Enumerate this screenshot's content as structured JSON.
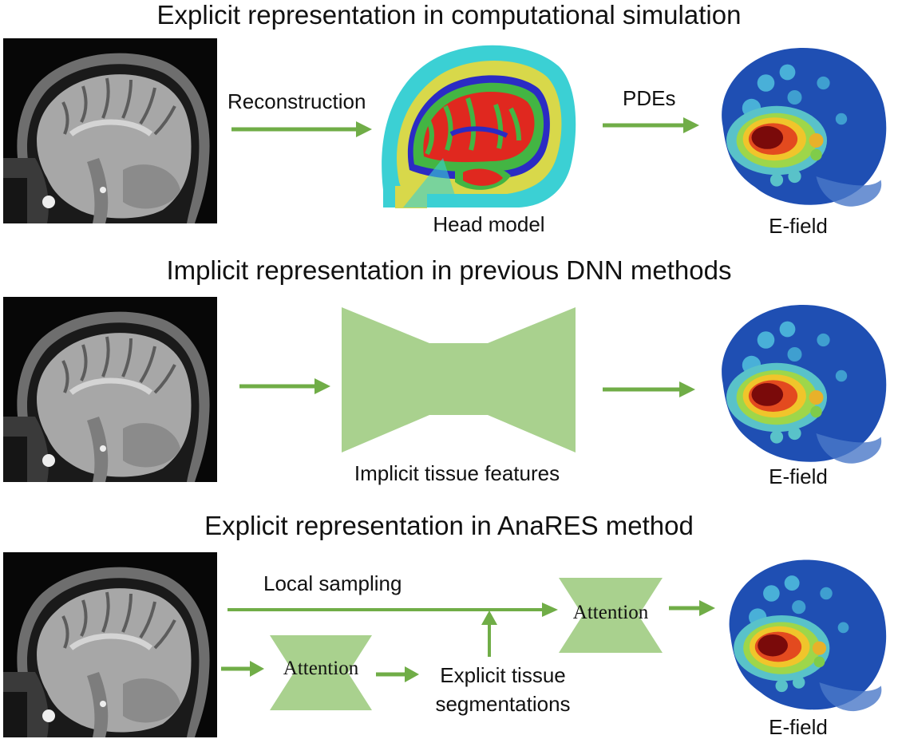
{
  "sections": [
    {
      "title": "Explicit representation in computational simulation",
      "arrow_labels": [
        "Reconstruction",
        "PDEs"
      ],
      "captions": [
        "Head model",
        "E-field"
      ]
    },
    {
      "title": "Implicit representation in previous DNN methods",
      "captions": [
        "Implicit tissue features",
        "E-field"
      ]
    },
    {
      "title": "Explicit representation in AnaRES method",
      "path_label": "Local sampling",
      "block_labels": [
        "Attention",
        "Attention"
      ],
      "segmentation_lines": [
        "Explicit tissue",
        "segmentations"
      ],
      "captions": [
        "E-field"
      ]
    }
  ],
  "colors": {
    "arrow": "#70ad47",
    "block": "#a9d18e",
    "head_csf": "#3bd0d4",
    "head_skull": "#d8d84a",
    "head_gray": "#43b543",
    "head_white": "#e0281f",
    "head_ventricle": "#2b2bc4"
  }
}
